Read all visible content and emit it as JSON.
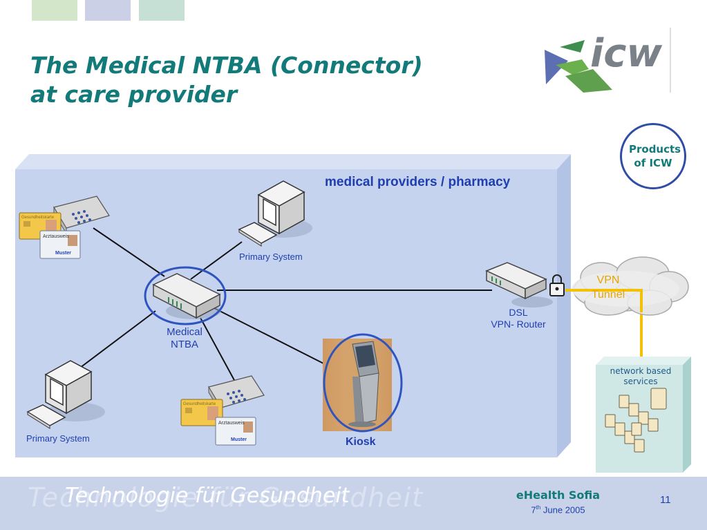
{
  "slide": {
    "title_line1": "The Medical NTBA (Connector)",
    "title_line2": "at care provider",
    "products_badge": "Products of ICW",
    "logo_text": "icw",
    "page_number": "11"
  },
  "diagram": {
    "zone_label": "medical providers / pharmacy",
    "primary_system_label_top": "Primary System",
    "primary_system_label_bottom": "Primary System",
    "ntba_label": "Medical NTBA",
    "dsl_label_line1": "DSL",
    "dsl_label_line2": "VPN- Router",
    "kiosk_label": "Kiosk",
    "vpn_line1": "VPN",
    "vpn_line2": "Tunnel",
    "services_label": "network based services",
    "card_heading_1": "Gesundheitskarte",
    "card_heading_2": "Arztausweis",
    "card_muster": "Muster"
  },
  "footer": {
    "tagline": "Technologie für Gesundheit",
    "tagline_ghost": "Technologie für Gesundheit",
    "event": "eHealth Sofia",
    "date_day": "7",
    "date_suffix": "th",
    "date_rest": " June 2005"
  },
  "colors": {
    "teal_title": "#137a7a",
    "accent_blue": "#2f4da6",
    "zone_fill": "#c5d3ef",
    "vpn_yellow": "#f2c200",
    "services_fill": "#cfe8e6",
    "footer_fill": "#c8d3ea"
  }
}
